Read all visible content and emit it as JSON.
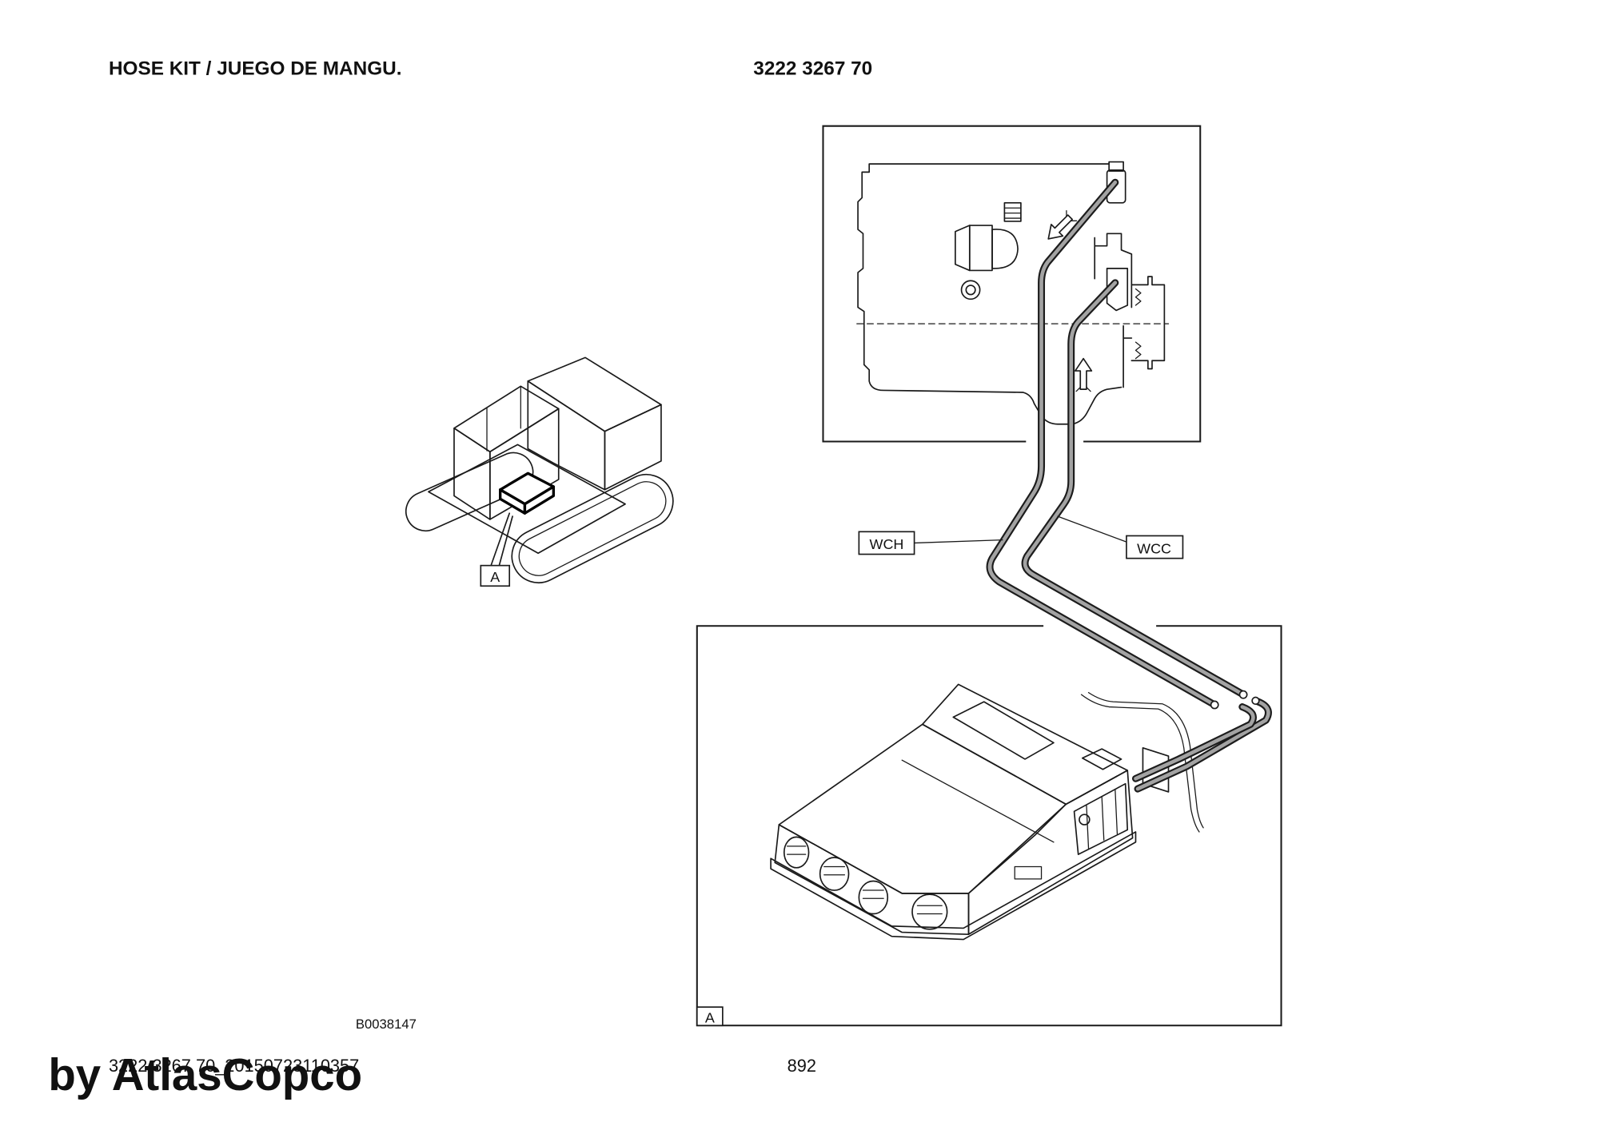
{
  "page": {
    "title": "HOSE KIT / JUEGO DE MANGU.",
    "part_number": "3222 3267 70"
  },
  "diagram": {
    "detail_reference_label": "A",
    "detail_view_label": "A",
    "hose_labels": [
      "WCH",
      "WCC"
    ],
    "figure_code": "B0038147"
  },
  "footer": {
    "document_code": "3222 3267 70_20150723110357",
    "page_number": "892"
  },
  "watermark": {
    "text": "by AtlasCopco"
  }
}
